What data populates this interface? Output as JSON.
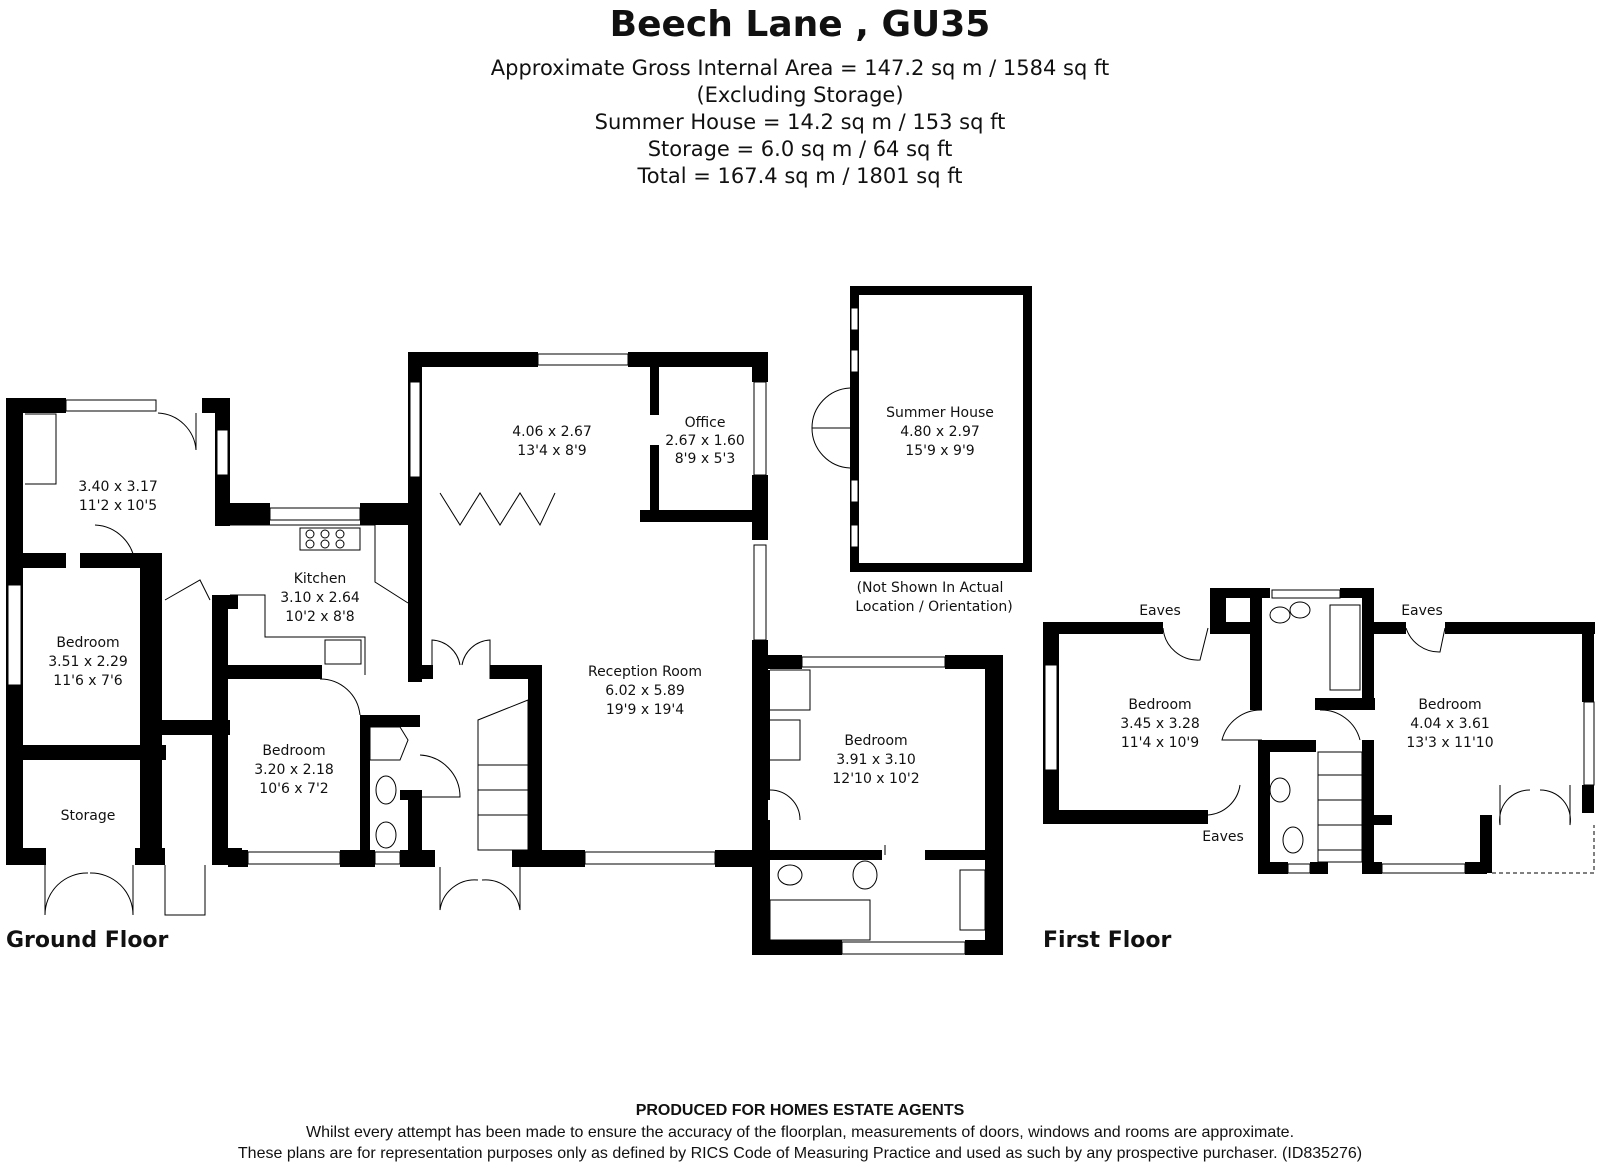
{
  "header": {
    "title": "Beech Lane , GU35",
    "lines": [
      "Approximate Gross Internal Area = 147.2 sq m / 1584 sq ft",
      "(Excluding Storage)",
      "Summer House = 14.2 sq m / 153 sq ft",
      "Storage = 6.0 sq m / 64 sq ft",
      "Total = 167.4 sq m / 1801 sq ft"
    ]
  },
  "ground_floor": {
    "label": "Ground Floor",
    "rooms": {
      "sitting": {
        "l2": "3.40 x 3.17",
        "l3": "11'2 x 10'5"
      },
      "bedroom_left": {
        "l1": "Bedroom",
        "l2": "3.51 x 2.29",
        "l3": "11'6 x 7'6"
      },
      "storage": {
        "l1": "Storage"
      },
      "kitchen": {
        "l1": "Kitchen",
        "l2": "3.10 x 2.64",
        "l3": "10'2 x 8'8"
      },
      "bedroom_mid": {
        "l1": "Bedroom",
        "l2": "3.20 x 2.18",
        "l3": "10'6 x 7'2"
      },
      "dining": {
        "l2": "4.06 x 2.67",
        "l3": "13'4 x 8'9"
      },
      "office": {
        "l1": "Office",
        "l2": "2.67 x 1.60",
        "l3": "8'9 x 5'3"
      },
      "reception": {
        "l1": "Reception Room",
        "l2": "6.02 x 5.89",
        "l3": "19'9 x 19'4"
      },
      "bedroom_right": {
        "l1": "Bedroom",
        "l2": "3.91 x 3.10",
        "l3": "12'10 x 10'2"
      }
    }
  },
  "summer_house": {
    "l1": "Summer House",
    "l2": "4.80 x 2.97",
    "l3": "15'9 x 9'9",
    "note1": "(Not Shown In Actual",
    "note2": "Location / Orientation)"
  },
  "first_floor": {
    "label": "First Floor",
    "rooms": {
      "bedroom_a": {
        "l1": "Bedroom",
        "l2": "3.45 x 3.28",
        "l3": "11'4 x 10'9"
      },
      "bedroom_b": {
        "l1": "Bedroom",
        "l2": "4.04 x 3.61",
        "l3": "13'3 x 11'10"
      }
    },
    "eaves": [
      "Eaves",
      "Eaves",
      "Eaves"
    ]
  },
  "footer": {
    "heading": "PRODUCED FOR HOMES ESTATE AGENTS",
    "line1": "Whilst every attempt has been made to ensure the accuracy of the floorplan, measurements of doors, windows and rooms are approximate.",
    "line2": "These plans are for representation purposes only as defined by RICS Code of Measuring Practice and used as such by any prospective purchaser. (ID835276)"
  }
}
